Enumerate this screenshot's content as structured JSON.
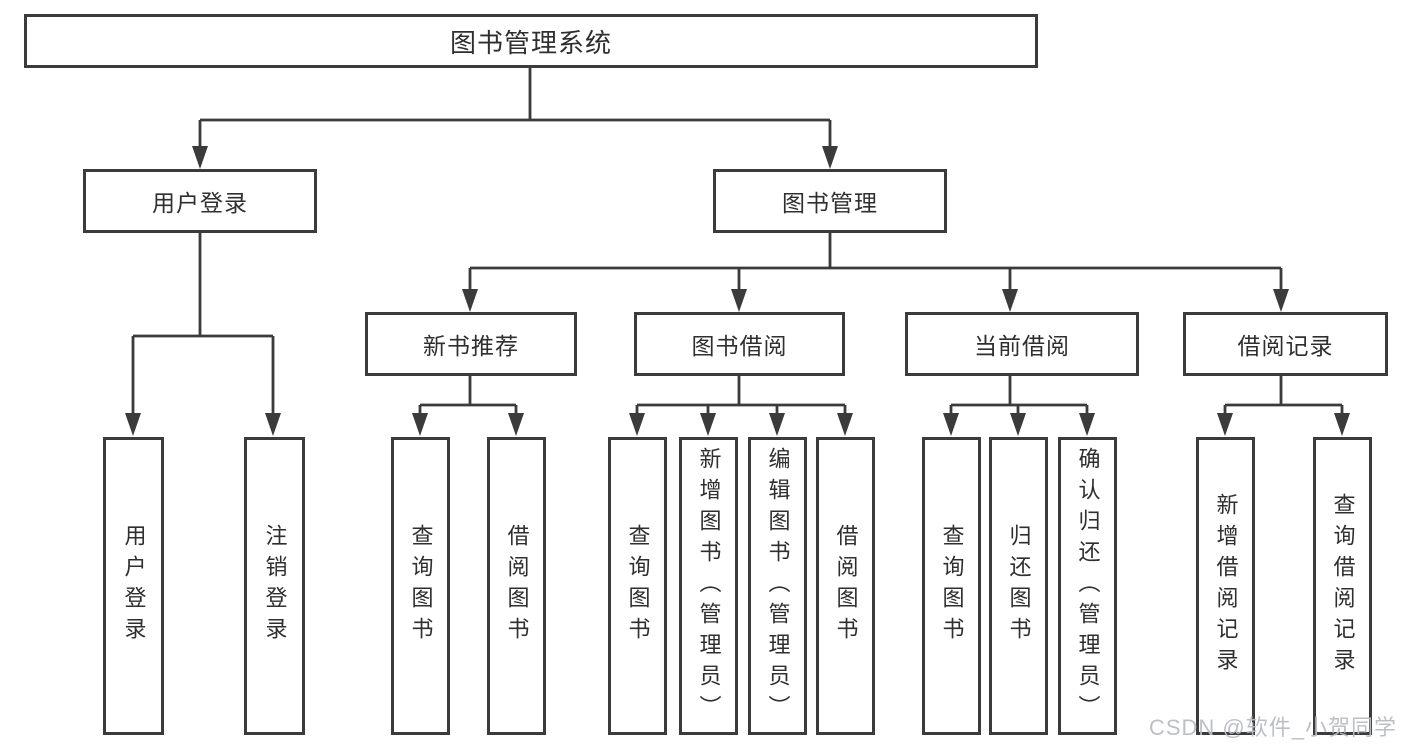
{
  "diagram": {
    "root": {
      "label": "图书管理系统"
    },
    "branches": [
      {
        "label": "用户登录",
        "children": [
          "用户登录",
          "注销登录"
        ]
      },
      {
        "label": "图书管理",
        "children": [
          {
            "label": "新书推荐",
            "children": [
              "查询图书",
              "借阅图书"
            ]
          },
          {
            "label": "图书借阅",
            "children": [
              "查询图书",
              "新增图书（管理员）",
              "编辑图书（管理员）",
              "借阅图书"
            ]
          },
          {
            "label": "当前借阅",
            "children": [
              "查询图书",
              "归还图书",
              "确认归还（管理员）"
            ]
          },
          {
            "label": "借阅记录",
            "children": [
              "新增借阅记录",
              "查询借阅记录"
            ]
          }
        ]
      }
    ]
  },
  "watermark": "CSDN @软件_小贺同学",
  "colors": {
    "line": "#3b3b3b",
    "text": "#2f2f2f",
    "watermark": "#b9bcc3",
    "background": "#ffffff"
  }
}
